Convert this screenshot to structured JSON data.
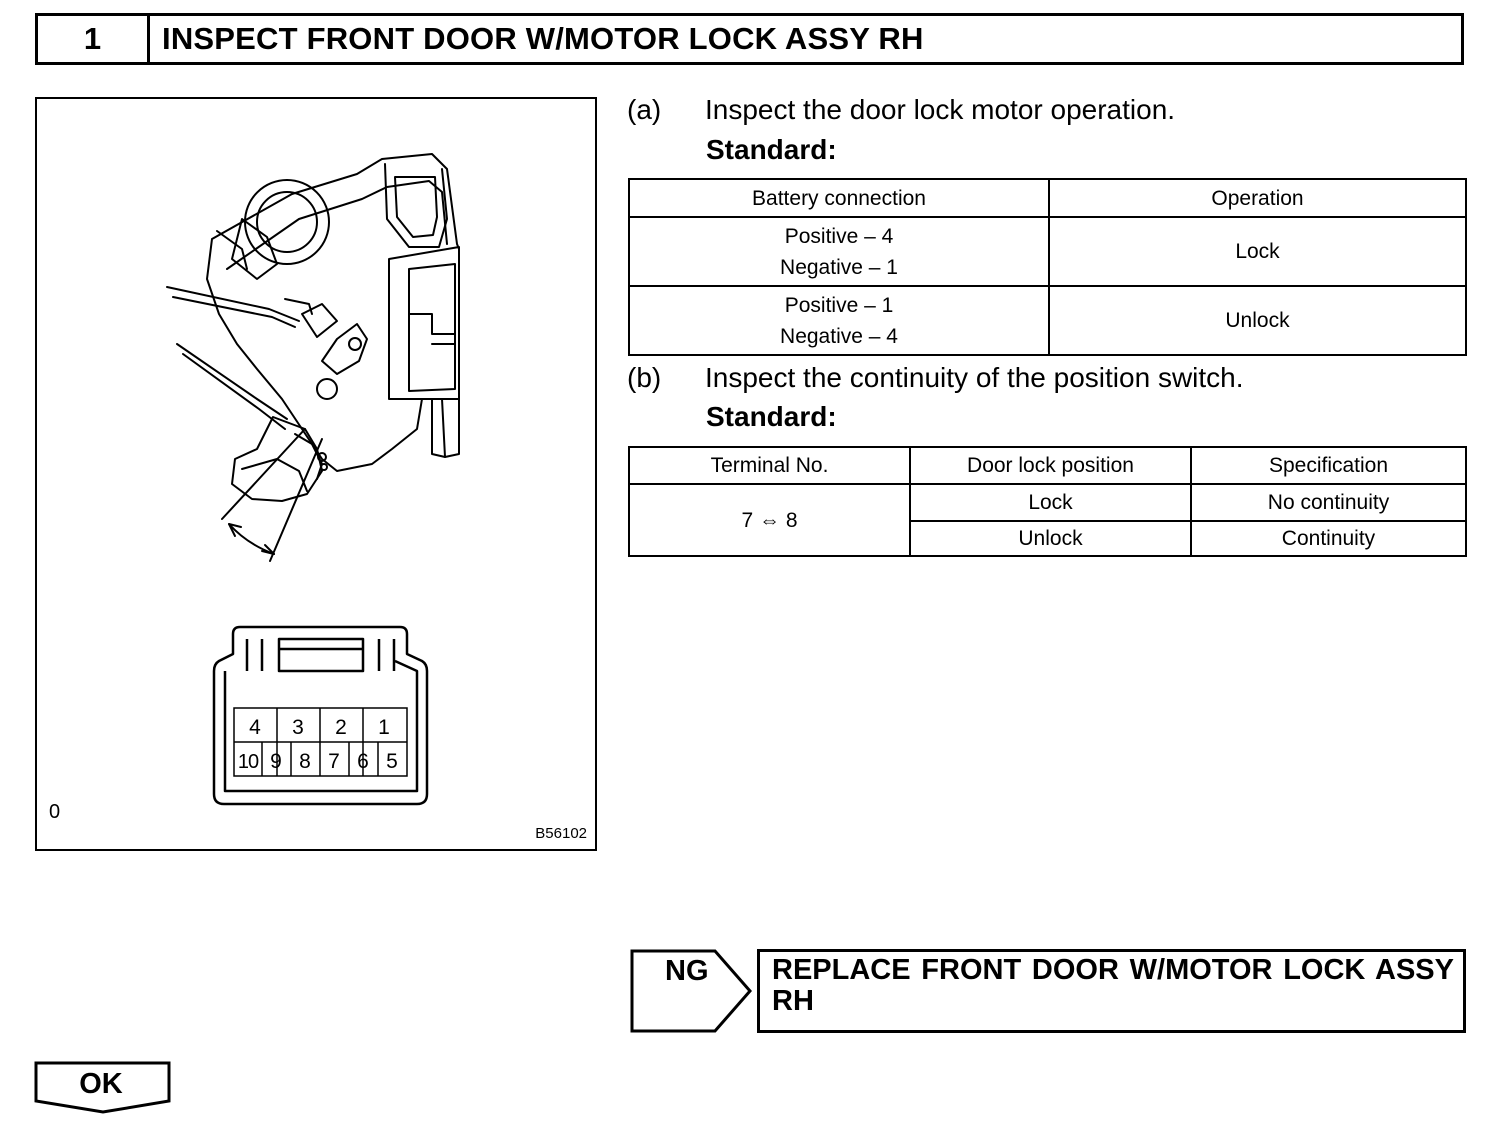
{
  "step": {
    "number": "1",
    "title": "INSPECT FRONT DOOR W/MOTOR LOCK ASSY RH"
  },
  "figure": {
    "corner_label": "0",
    "code": "B56102",
    "connector_top_row": [
      "4",
      "3",
      "2",
      "1"
    ],
    "connector_bottom_row": [
      "10",
      "9",
      "8",
      "7",
      "6",
      "5"
    ]
  },
  "step_a": {
    "label": "(a)",
    "text": "Inspect the door lock motor operation.",
    "standard": "Standard:",
    "table": {
      "headers": [
        "Battery connection",
        "Operation"
      ],
      "rows": [
        {
          "connection": [
            "Positive – 4",
            "Negative – 1"
          ],
          "operation": "Lock"
        },
        {
          "connection": [
            "Positive – 1",
            "Negative – 4"
          ],
          "operation": "Unlock"
        }
      ]
    }
  },
  "step_b": {
    "label": "(b)",
    "text": "Inspect the continuity of the position switch.",
    "standard": "Standard:",
    "table": {
      "headers": [
        "Terminal No.",
        "Door lock position",
        "Specification"
      ],
      "terminal": "7 ⇔ 8",
      "rows": [
        {
          "position": "Lock",
          "spec": "No continuity"
        },
        {
          "position": "Unlock",
          "spec": "Continuity"
        }
      ]
    }
  },
  "ng": {
    "label": "NG",
    "action": "REPLACE FRONT DOOR W/MOTOR LOCK ASSY RH"
  },
  "ok": {
    "label": "OK"
  }
}
